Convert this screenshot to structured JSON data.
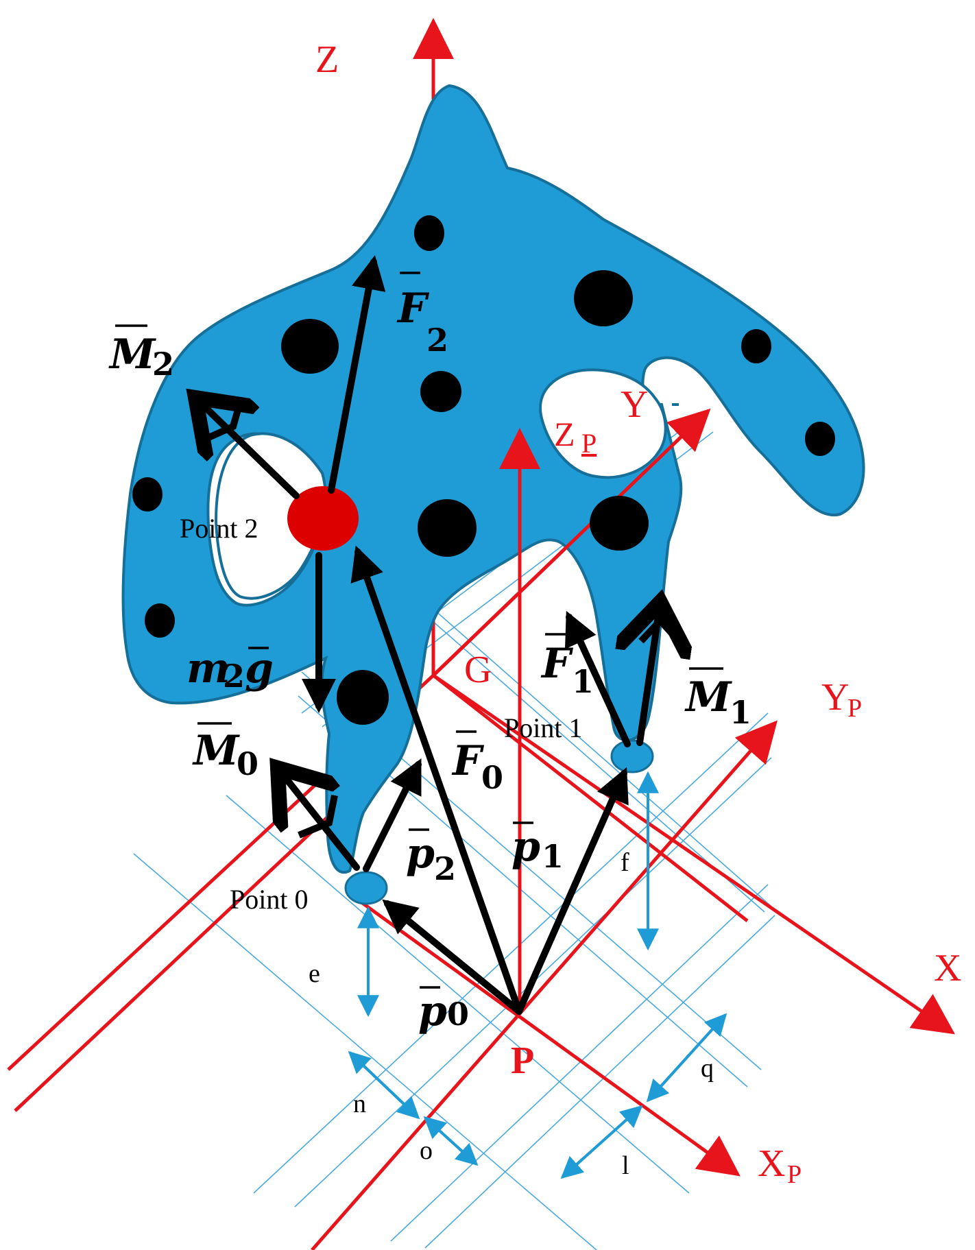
{
  "colors": {
    "axis": "#e8141c",
    "body": "#1f9bd6",
    "body_edge": "#156f99",
    "dot": "#000000",
    "point2": "#dd0000",
    "dim": "#1f9bd6",
    "grid": "#4aa9de"
  },
  "axis_labels": {
    "z": "Z",
    "zp": "Z",
    "zp_sub": "P",
    "y": "Y",
    "yp": "Y",
    "yp_sub": "P",
    "x": "X",
    "xp": "X",
    "xp_sub": "P",
    "g": "G",
    "p": "P"
  },
  "points": {
    "point0": "Point 0",
    "point1": "Point 1",
    "point2": "Point 2"
  },
  "vectors": {
    "f2": "F",
    "f2_sub": "2",
    "m2": "M",
    "m2_sub": "2",
    "f1": "F",
    "f1_sub": "1",
    "m1": "M",
    "m1_sub": "1",
    "f0": "F",
    "f0_sub": "0",
    "m0": "M",
    "m0_sub": "0",
    "p0": "p",
    "p0_sub": "0",
    "p1": "p",
    "p1_sub": "1",
    "p2": "p",
    "p2_sub": "2",
    "mg_m": "m",
    "mg_sub": "2",
    "mg_g": "g"
  },
  "dimensions": {
    "e": "e",
    "f": "f",
    "n": "n",
    "o": "o",
    "l": "l",
    "q": "q"
  }
}
